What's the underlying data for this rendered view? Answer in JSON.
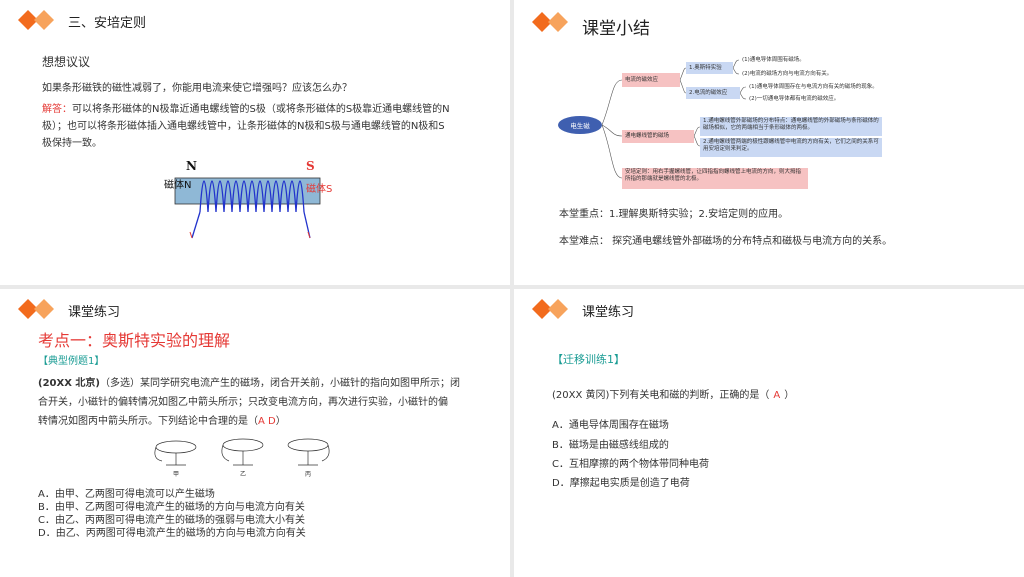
{
  "slide1": {
    "title": "三、安培定则",
    "question_heading": "想想议议",
    "question": "如果条形磁铁的磁性减弱了，你能用电流来使它增强吗？应该怎么办？",
    "answer_label": "解答：",
    "answer_line1": "可以将条形磁体的N极靠近通电螺线管的S极（或将条形磁体的S极靠近通电螺线管的N",
    "answer_line2": "极）；也可以将条形磁体插入通电螺线管中，让条形磁体的N极和S极与通电螺线管的N极和S",
    "answer_line3": "极保持一致。",
    "fig_label_n_top": "N",
    "fig_label_s_top": "S",
    "fig_label_magnet_n": "磁体N",
    "fig_label_magnet_s": "磁体S"
  },
  "slide2": {
    "title": "课堂小结",
    "root": "电生磁",
    "branch1": "电流的磁效应",
    "b1_sub1": "1.奥斯特实验",
    "b1_sub1_a": "(1)通电导体周围有磁场。",
    "b1_sub1_b": "(2)电流的磁场方向与电流方向有关。",
    "b1_sub2": "2.电流的磁效应",
    "b1_sub2_a": "(1)通电导体周围存在与电流方向有关的磁场的现象。",
    "b1_sub2_b": "(2)一切通电导体都有电流的磁效应。",
    "branch2": "通电螺线管的磁场",
    "b2_sub1": "1.通电螺线管外部磁场的分布特点：通电螺线管的外部磁场与条形磁体的磁场相似，它的两端相当于条形磁体的两极。",
    "b2_sub2": "2.通电螺线管两端的极性跟螺线管中电流的方向有关，它们之间的关系可用安培定则来判定。",
    "branch3": "安培定则：用右手握螺线管，让四指指向螺线管上电流的方向，则大拇指所指的那端就是螺线管的北极。",
    "key_point": "本堂重点：1.理解奥斯特实验；2.安培定则的应用。",
    "difficulty": "本堂难点：  探究通电螺线管外部磁场的分布特点和磁极与电流方向的关系。"
  },
  "slide3": {
    "title": "课堂练习",
    "topic": "考点一：奥斯特实验的理解",
    "example_tag": "【典型例题1】",
    "source": "(20XX 北京)",
    "q_line1": "（多选）某同学研究电流产生的磁场，闭合开关前，小磁针的指向如图甲所示；闭",
    "q_line2": "合开关，小磁针的偏转情况如图乙中箭头所示；只改变电流方向，再次进行实验，小磁针的偏",
    "q_line3_prefix": "转情况如图丙中箭头所示。下列结论中合理的是（",
    "answer": "A D",
    "q_line3_suffix": "）",
    "fig_labels": [
      "甲",
      "乙",
      "丙"
    ],
    "options": [
      "A．由甲、乙两图可得电流可以产生磁场",
      "B．由甲、乙两图可得电流产生的磁场的方向与电流方向有关",
      "C．由乙、丙两图可得电流产生的磁场的强弱与电流大小有关",
      "D．由乙、丙两图可得电流产生的磁场的方向与电流方向有关"
    ]
  },
  "slide4": {
    "title": "课堂练习",
    "tag": "【迁移训练1】",
    "q_prefix": "(20XX 黄冈)下列有关电和磁的判断，正确的是（",
    "answer": "A",
    "q_suffix": "）",
    "options": [
      "A．通电导体周围存在磁场",
      "B．磁场是由磁感线组成的",
      "C．互相摩擦的两个物体带同种电荷",
      "D．摩擦起电实质是创造了电荷"
    ]
  },
  "colors": {
    "accent_orange": "#f26b1d",
    "accent_red": "#e53935",
    "accent_teal": "#1a9c94",
    "mind_root": "#3f5fb0",
    "mind_pink": "#f6c2c2",
    "mind_blue": "#c9d8f3"
  }
}
